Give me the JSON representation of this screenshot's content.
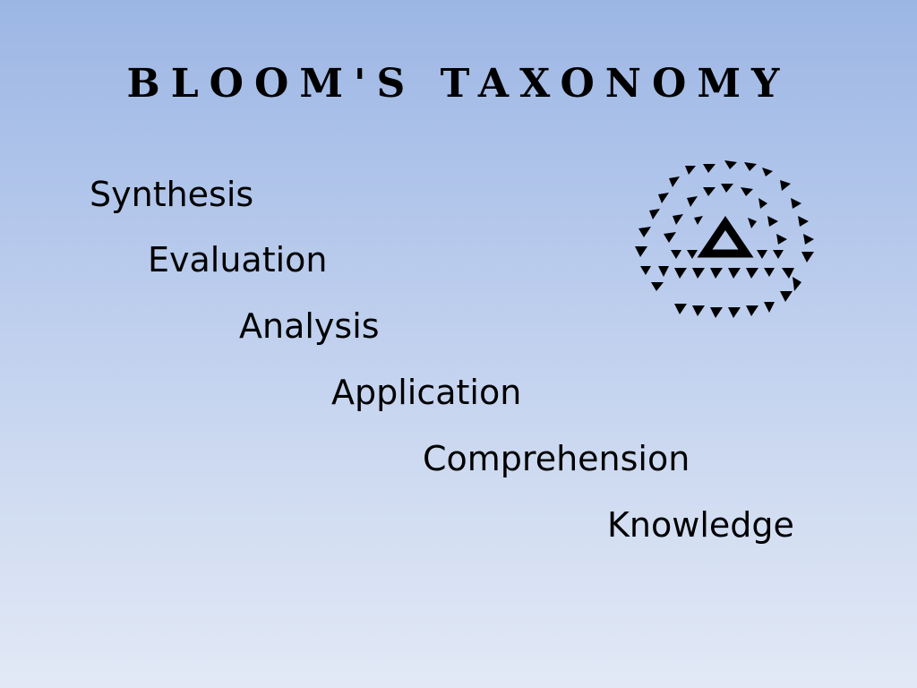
{
  "slide": {
    "title": "Bloom's Taxonomy",
    "levels": [
      {
        "label": "Synthesis"
      },
      {
        "label": "Evaluation"
      },
      {
        "label": "Analysis"
      },
      {
        "label": "Application"
      },
      {
        "label": "Comprehension"
      },
      {
        "label": "Knowledge"
      }
    ]
  },
  "colors": {
    "background_top": "#9cb6e4",
    "background_bottom": "#e2e9f6",
    "text": "#000000"
  },
  "icons": {
    "emblem": "triangle-pattern-icon"
  }
}
